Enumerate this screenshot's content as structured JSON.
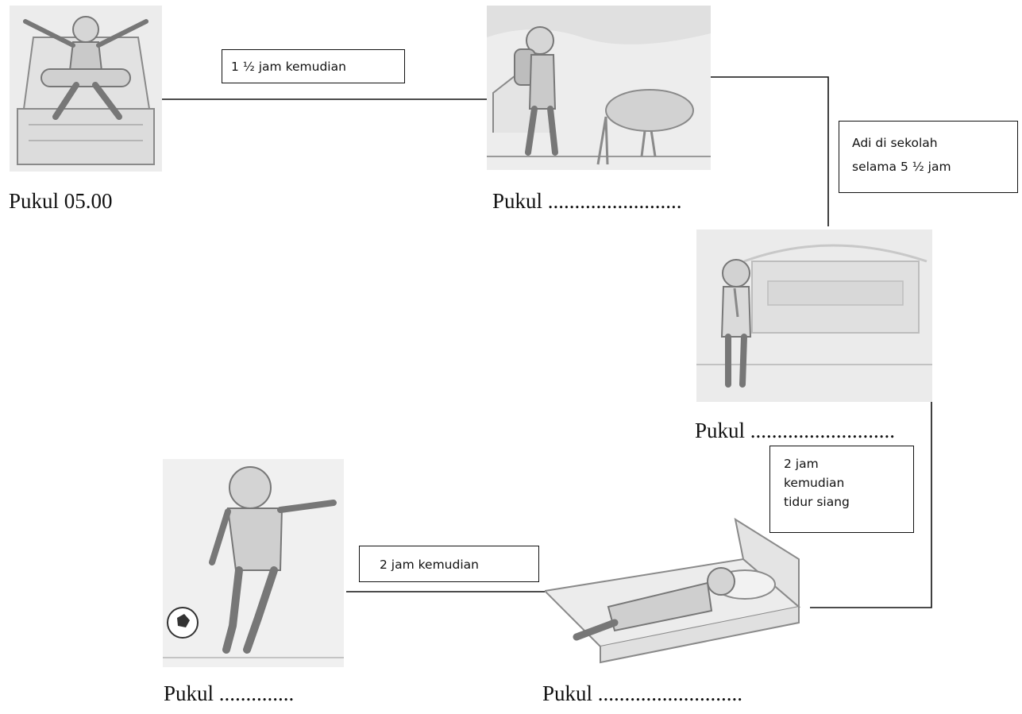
{
  "scenes": {
    "wake_up": {
      "caption": "Pukul 05.00"
    },
    "go_to_school": {
      "caption": "Pukul ........................."
    },
    "at_school": {
      "caption": "Pukul ..........................."
    },
    "nap": {
      "caption": "Pukul ..........................."
    },
    "play_football": {
      "caption": "Pukul .............."
    }
  },
  "labels": {
    "wake_to_school": "1 ½ jam kemudian",
    "school_duration_line1": "Adi di sekolah",
    "school_duration_line2": "selama 5 ½ jam",
    "nap_line1": "2 jam",
    "nap_line2": "kemudian",
    "nap_line3": "tidur siang",
    "nap_to_play": "2 jam kemudian"
  },
  "colors": {
    "line": "#111111",
    "illustration_gray": "#9a9a9a",
    "background": "#ffffff"
  }
}
